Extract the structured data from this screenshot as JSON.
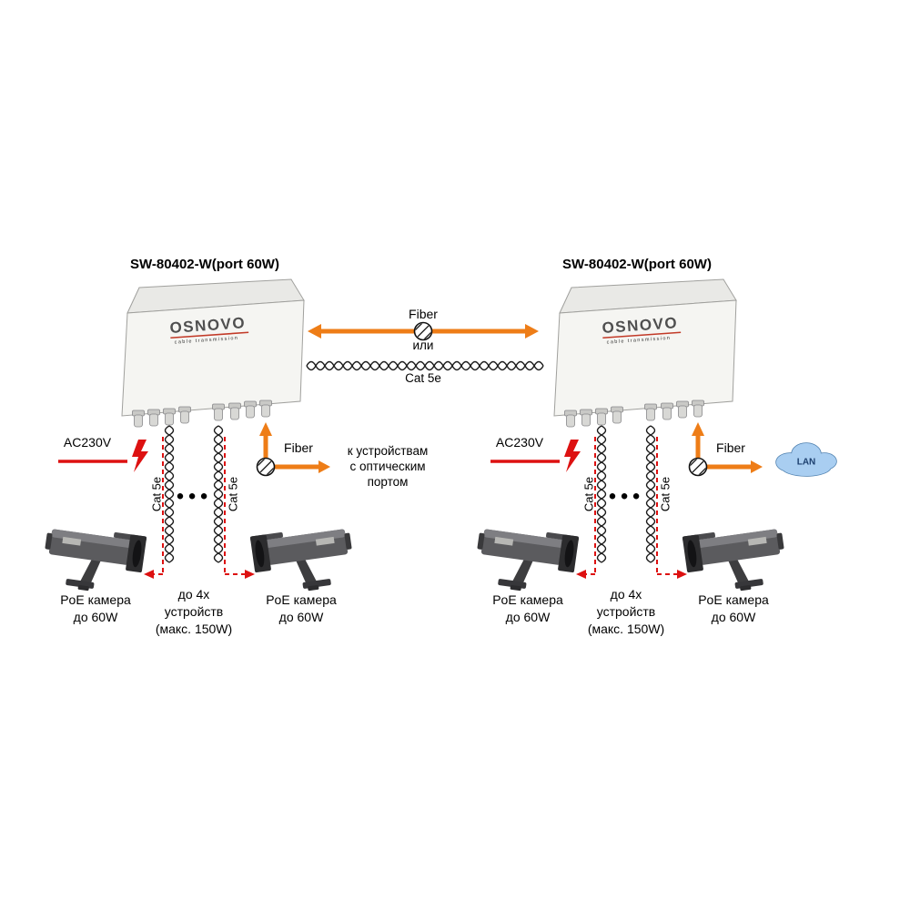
{
  "switches": {
    "left_title": "SW-80402-W(port 60W)",
    "right_title": "SW-80402-W(port 60W)"
  },
  "brand": {
    "name": "OSNOVO",
    "tagline": "cable transmission"
  },
  "link": {
    "fiber": "Fiber",
    "or": "или",
    "cat5e": "Cat 5e"
  },
  "left_unit": {
    "power": "AC230V",
    "fiber": "Fiber",
    "fiber_dest_line1": "к устройствам",
    "fiber_dest_line2": "с оптическим",
    "fiber_dest_line3": "портом",
    "cable_left": "Cat 5e",
    "cable_right": "Cat 5e",
    "dots": "●●●",
    "camera_left_line1": "PoE камера",
    "camera_left_line2": "до 60W",
    "camera_right_line1": "PoE камера",
    "camera_right_line2": "до 60W",
    "note_line1": "до 4х",
    "note_line2": "устройств",
    "note_line3": "(макс. 150W)"
  },
  "right_unit": {
    "power": "AC230V",
    "fiber": "Fiber",
    "lan": "LAN",
    "cable_left": "Cat 5e",
    "cable_right": "Cat 5e",
    "dots": "●●●",
    "camera_left_line1": "PoE камера",
    "camera_left_line2": "до 60W",
    "camera_right_line1": "PoE камера",
    "camera_right_line2": "до 60W",
    "note_line1": "до 4х",
    "note_line2": "устройств",
    "note_line3": "(макс. 150W)"
  },
  "colors": {
    "orange": "#ee7d17",
    "red": "#dd1111",
    "cloud_fill": "#a9cef1",
    "cloud_stroke": "#4d7fae"
  }
}
